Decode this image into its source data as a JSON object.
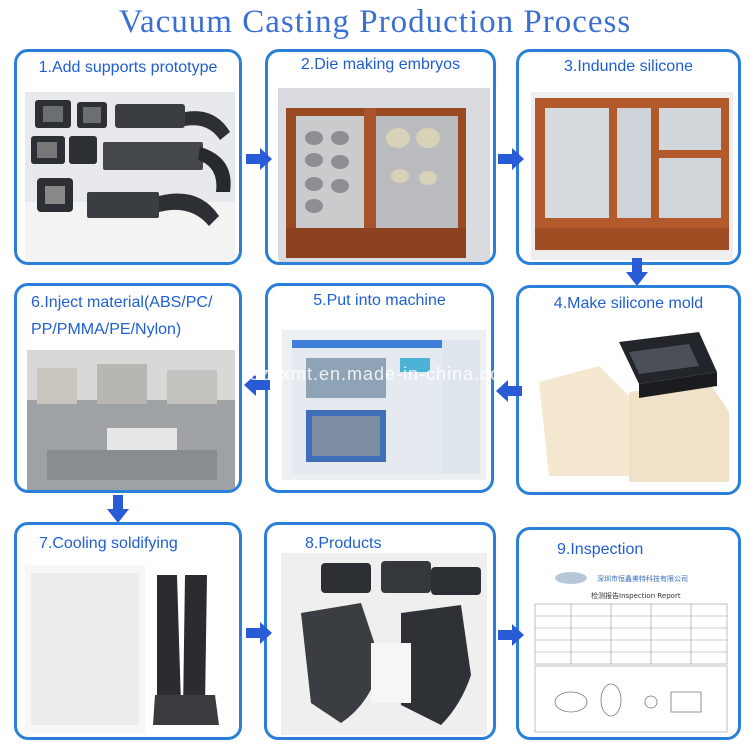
{
  "title": "Vacuum Casting Production Process",
  "steps": {
    "s1": "1.Add supports prototype",
    "s2": "2.Die making embryos",
    "s3": "3.Indunde silicone",
    "s4": "4.Make silicone mold",
    "s5": "5.Put into machine",
    "s6a": "6.Inject material(ABS/PC/",
    "s6b": "PP/PMMA/PE/Nylon)",
    "s7": "7.Cooling soldifying",
    "s8": "8.Products",
    "s9": "9.Inspection"
  },
  "watermark": "szhxmt.en.made-in-china.com",
  "report": {
    "header": "深圳市恒鑫美特科技有限公司",
    "title": "检测报告Inspection Report"
  },
  "colors": {
    "accent": "#2a7fd8",
    "arrow": "#2a5bd7"
  }
}
